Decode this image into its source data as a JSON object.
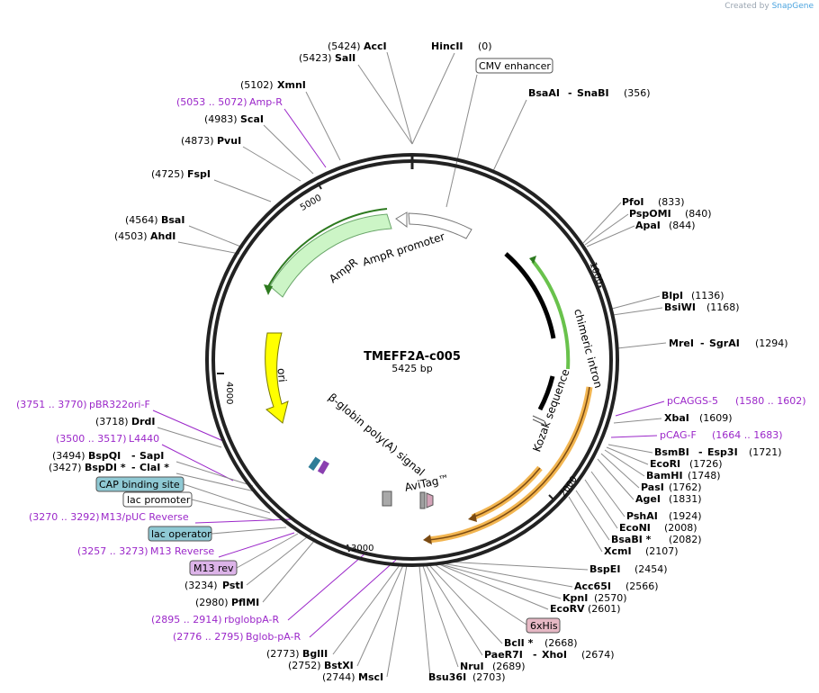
{
  "credit": {
    "prefix": "Created by",
    "brand": "SnapGene"
  },
  "plasmid": {
    "name": "TMEFF2A-c005",
    "size": "5425 bp"
  },
  "colors": {
    "backbone": "#222222",
    "primer": "#9b27c9",
    "ampr": "#ccf5c6",
    "ori": "#ffff00",
    "cds": "#f9d48a",
    "lac": "#8fc9d4",
    "m13": "#dcb3e8",
    "his": "#e6b8c4"
  },
  "sites": [
    {
      "pos": "(5424)",
      "name": "AccI"
    },
    {
      "pos": "(5423)",
      "name": "SalI"
    },
    {
      "pos": "(5102)",
      "name": "XmnI"
    },
    {
      "pos": "(4983)",
      "name": "ScaI"
    },
    {
      "pos": "(4873)",
      "name": "PvuI"
    },
    {
      "pos": "(4725)",
      "name": "FspI"
    },
    {
      "pos": "(4564)",
      "name": "BsaI"
    },
    {
      "pos": "(4503)",
      "name": "AhdI"
    },
    {
      "pos": "(3718)",
      "name": "DrdI"
    },
    {
      "pos": "(3494)",
      "name": "BspQI",
      "alt": "SapI"
    },
    {
      "pos": "(3427)",
      "name": "BspDI *",
      "alt": "ClaI *"
    },
    {
      "pos": "(3234)",
      "name": "PstI"
    },
    {
      "pos": "(2980)",
      "name": "PflMI"
    },
    {
      "pos": "(2773)",
      "name": "BglII"
    },
    {
      "pos": "(2752)",
      "name": "BstXI"
    },
    {
      "pos": "(2744)",
      "name": "MscI"
    },
    {
      "pos": "(0)",
      "name": "HincII"
    },
    {
      "pos": "(356)",
      "name": "BsaAI",
      "alt": "SnaBI"
    },
    {
      "pos": "(833)",
      "name": "PfoI"
    },
    {
      "pos": "(840)",
      "name": "PspOMI"
    },
    {
      "pos": "(844)",
      "name": "ApaI"
    },
    {
      "pos": "(1136)",
      "name": "BlpI"
    },
    {
      "pos": "(1168)",
      "name": "BsiWI"
    },
    {
      "pos": "(1294)",
      "name": "MreI",
      "alt": "SgrAI"
    },
    {
      "pos": "(1609)",
      "name": "XbaI"
    },
    {
      "pos": "(1721)",
      "name": "BsmBI",
      "alt": "Esp3I"
    },
    {
      "pos": "(1726)",
      "name": "EcoRI"
    },
    {
      "pos": "(1748)",
      "name": "BamHI"
    },
    {
      "pos": "(1762)",
      "name": "PasI"
    },
    {
      "pos": "(1831)",
      "name": "AgeI"
    },
    {
      "pos": "(1924)",
      "name": "PshAI"
    },
    {
      "pos": "(2008)",
      "name": "EcoNI"
    },
    {
      "pos": "(2082)",
      "name": "BsaBI *"
    },
    {
      "pos": "(2107)",
      "name": "XcmI"
    },
    {
      "pos": "(2454)",
      "name": "BspEI"
    },
    {
      "pos": "(2566)",
      "name": "Acc65I"
    },
    {
      "pos": "(2570)",
      "name": "KpnI"
    },
    {
      "pos": "(2601)",
      "name": "EcoRV"
    },
    {
      "pos": "(2668)",
      "name": "BclI *"
    },
    {
      "pos": "(2674)",
      "name": "PaeR7I",
      "alt": "XhoI"
    },
    {
      "pos": "(2689)",
      "name": "NruI"
    },
    {
      "pos": "(2703)",
      "name": "Bsu36I"
    }
  ],
  "primers": [
    {
      "range": "(5053 .. 5072)",
      "name": "Amp-R"
    },
    {
      "range": "(3751 .. 3770)",
      "name": "pBR322ori-F"
    },
    {
      "range": "(3500 .. 3517)",
      "name": "L4440"
    },
    {
      "range": "(3270 .. 3292)",
      "name": "M13/pUC Reverse"
    },
    {
      "range": "(3257 .. 3273)",
      "name": "M13 Reverse"
    },
    {
      "range": "(2895 .. 2914)",
      "name": "rbglobpA-R"
    },
    {
      "range": "(2776 .. 2795)",
      "name": "Bglob-pA-R"
    },
    {
      "range": "(1580 .. 1602)",
      "name": "pCAGGS-5"
    },
    {
      "range": "(1664 .. 1683)",
      "name": "pCAG-F"
    }
  ],
  "boxes": {
    "cmv": "CMV enhancer",
    "cap": "CAP binding site",
    "lacp": "lac promoter",
    "laco": "lac operator",
    "m13": "M13 rev",
    "his": "6xHis"
  },
  "features": {
    "ampr": "AmpR",
    "ampr_promoter": "AmpR promoter",
    "ori": "ori",
    "intron": "chimeric intron",
    "kozak": "Kozak sequence",
    "polya": "β-globin poly(A) signal",
    "avitag": "AviTag™"
  },
  "ticks": [
    "1000",
    "2000",
    "3000",
    "4000",
    "5000"
  ]
}
